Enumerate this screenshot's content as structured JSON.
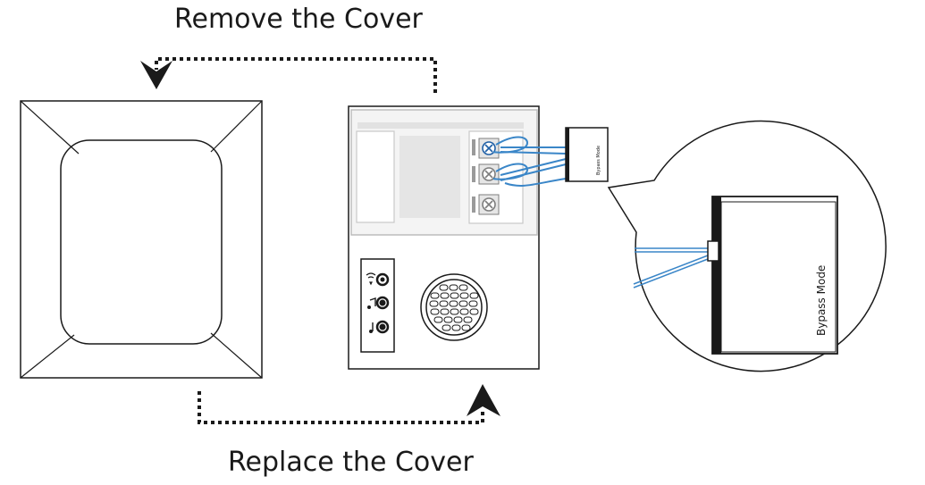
{
  "captions": {
    "remove": "Remove the Cover",
    "replace": "Replace the Cover"
  },
  "module": {
    "label": "Bypass Mode"
  },
  "zoom": {
    "label": "Bypass Mode"
  },
  "colors": {
    "ink": "#1a1a1a",
    "wire": "#3a86c8",
    "panel": "#e6e6e6"
  },
  "icons": [
    "wireless-icon",
    "music-note-icon",
    "music-note-icon"
  ]
}
